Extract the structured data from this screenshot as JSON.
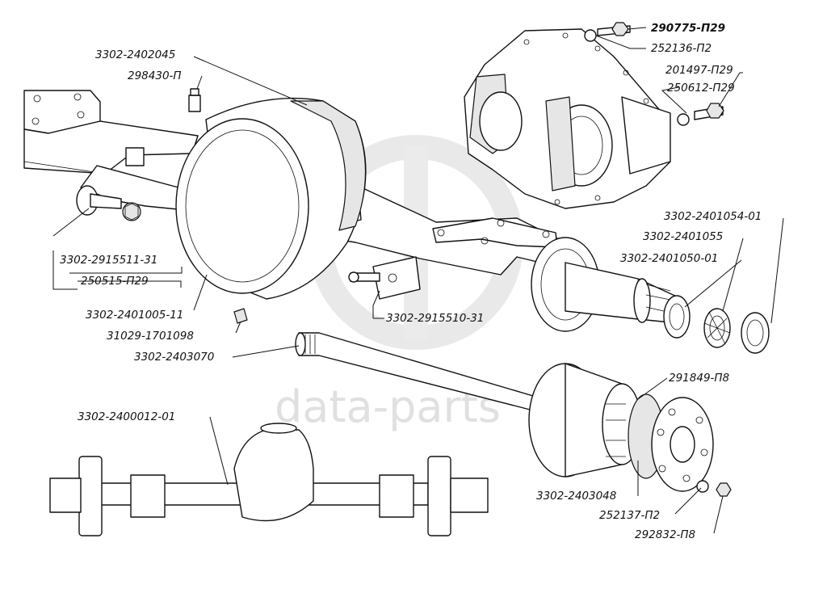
{
  "watermark": {
    "text": "data-parts"
  },
  "labels": {
    "l01": "290775-П29",
    "l02": "252136-П2",
    "l03": "201497-П29",
    "l04": "250612-П29",
    "l05": "3302-2402045",
    "l06": "298430-П",
    "l07": "3302-2401054-01",
    "l08": "3302-2401055",
    "l09": "3302-2401050-01",
    "l10": "3302-2915511-31",
    "l11": "250515-П29",
    "l12": "3302-2401005-11",
    "l13": "31029-1701098",
    "l14": "3302-2403070",
    "l15": "3302-2915510-31",
    "l16": "291849-П8",
    "l17": "3302-2400012-01",
    "l18": "3302-2403048",
    "l19": "252137-П2",
    "l20": "292832-П8"
  }
}
